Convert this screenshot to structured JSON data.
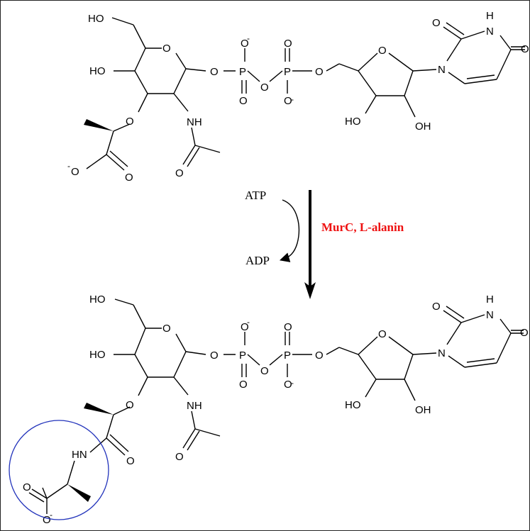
{
  "reaction": {
    "cofactor_in": "ATP",
    "cofactor_out": "ADP",
    "enzyme_label": "MurC, L-alanin",
    "enzyme_color": "#ee1111"
  },
  "atoms": {
    "ho": "HO",
    "oh": "OH",
    "o": "O",
    "p": "P",
    "n": "N",
    "h": "H",
    "nh": "NH",
    "hn": "HN",
    "minus": "-"
  },
  "highlight": {
    "color": "#2233bb",
    "shape": "circle"
  }
}
